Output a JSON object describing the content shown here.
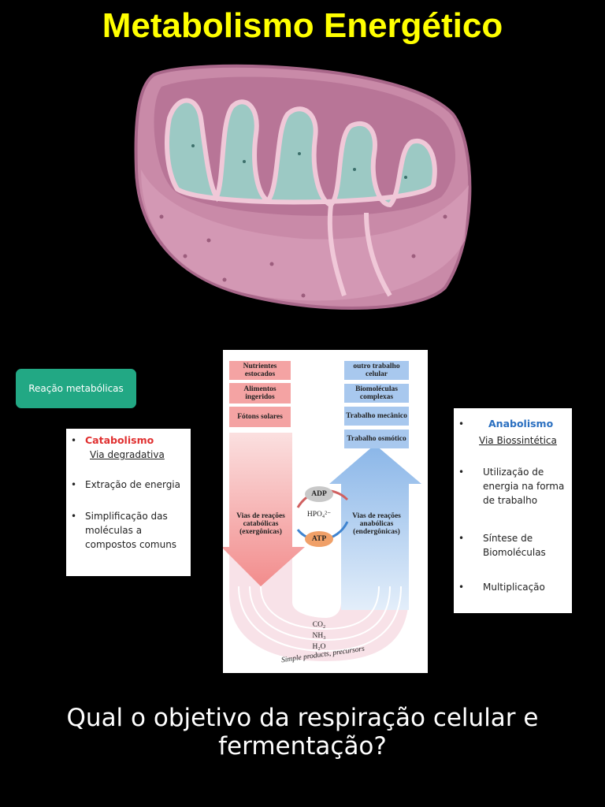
{
  "title": "Metabolismo Energético",
  "pill_label": "Reação metabólicas",
  "catabolismo": {
    "heading": "Catabolismo",
    "subtitle": "Via degradativa",
    "items": [
      "Extração de energia",
      "Simplificação das moléculas a compostos comuns"
    ]
  },
  "anabolismo": {
    "heading": "Anabolismo",
    "subtitle": "Via Biossintética",
    "items": [
      "Utilização de energia na forma de trabalho",
      "Síntese de Biomoléculas",
      "Multiplicação"
    ]
  },
  "diagram": {
    "left_boxes": [
      "Nutrientes estocados",
      "Alimentos ingeridos",
      "Fótons solares"
    ],
    "right_boxes": [
      "outro trabalho celular",
      "Biomoléculas complexas",
      "Trabalho mecânico",
      "Trabalho osmótico"
    ],
    "catabolic_label": "Vias de reações catabólicas (exergônicas)",
    "anabolic_label": "Vias de reações anabólicas (endergônicas)",
    "adp": "ADP",
    "hpo4": "HPO₄²⁻",
    "atp": "ATP",
    "products": [
      "CO₂",
      "NH₃",
      "H₂O"
    ],
    "curve_text": "Simple products, precursors"
  },
  "question": "Qual o objetivo da respiração celular e fermentação?",
  "colors": {
    "title": "#ffff00",
    "pill": "#22a884",
    "catabolic": "#f28c8c",
    "anabolic": "#8ab6e8"
  }
}
